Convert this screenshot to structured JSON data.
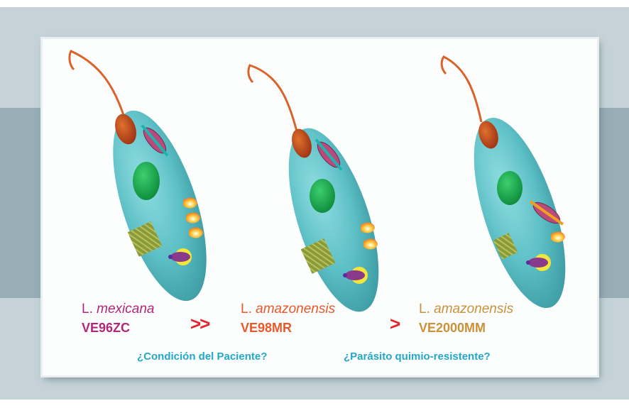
{
  "strains": [
    {
      "genus": "L.",
      "species": "mexicana",
      "code": "VE96ZC",
      "color": "#b0267a"
    },
    {
      "genus": "L.",
      "species": "amazonensis",
      "code": "VE98MR",
      "color": "#e8582a"
    },
    {
      "genus": "L.",
      "species": "amazonensis",
      "code": "VE2000MM",
      "color": "#c9923a"
    }
  ],
  "arrows": [
    ">>",
    ">"
  ],
  "questions": {
    "patient": "¿Condición del Paciente?",
    "parasite": "¿Parásito quimio-resistente?"
  },
  "colors": {
    "cell_body": "#5fc3c8",
    "nucleus": "#14a24a",
    "kinetoplast": "#c2461f",
    "flagellum": "#d9632b",
    "arrow": "#e8222b",
    "question": "#22a8c8"
  }
}
